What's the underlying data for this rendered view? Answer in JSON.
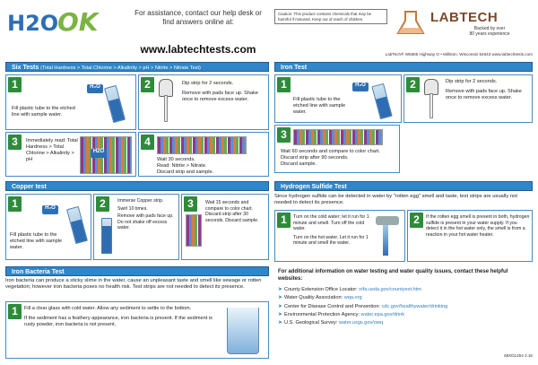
{
  "header": {
    "logo_text": "H2O",
    "logo_ok": "OK",
    "assist_line1": "For assistance, contact our help desk or",
    "assist_line2": "find answers online at:",
    "website": "www.labtechtests.com",
    "caution": "Caution: This product contains chemicals that may be harmful if misused. Keep out of reach of children.",
    "brand": "LABTECH",
    "brand_tag1": "Backed by over",
    "brand_tag2": "80 years experience",
    "address": "LabTech® W6585 Highway O • Millston, Wisconsin 54643 www.labtechtests.com"
  },
  "six_tests": {
    "title": "Six Tests",
    "subtitle": "(Total Hardness > Total Chlorine > Alkalinity > pH > Nitrite > Nitrate Test)",
    "step1": {
      "num": "1",
      "text": "Fill plastic tube to the etched line with sample water."
    },
    "step2": {
      "num": "2",
      "line1": "Dip strip for 2 seconds.",
      "line2": "Remove with pads face up. Shake once to remove excess water."
    },
    "step3": {
      "num": "3",
      "text": "Immediately read: Total Hardness > Total Chlorine > Alkalinity > pH",
      "icon_label": "H2O"
    },
    "step4": {
      "num": "4",
      "line1": "Wait 30 seconds.",
      "line2": "Read: Nitrite > Nitrate.",
      "line3": "Discard strip and sample."
    }
  },
  "iron_test": {
    "title": "Iron Test",
    "step1": {
      "num": "1",
      "text": "Fill plastic tube to the etched line with sample water."
    },
    "step2": {
      "num": "2",
      "line1": "Dip strip for 2 seconds.",
      "line2": "Remove with pads face up. Shake once to remove excess water."
    },
    "step3": {
      "num": "3",
      "line1": "Wait 60 seconds and compare to color chart. Discard strip after 90 seconds.",
      "line2": "Discard sample."
    }
  },
  "copper_test": {
    "title": "Copper test",
    "step1": {
      "num": "1",
      "text": "Fill plastic tube to the etched line with sample water."
    },
    "step2": {
      "num": "2",
      "line1": "Immerse Copper strip.",
      "line2": "Swirl 10 times.",
      "line3": "Remove with pads face up. Do not shake off excess water."
    },
    "step3": {
      "num": "3",
      "text": "Wait 15 seconds and compare to color chart. Discard strip after 30 seconds. Discard sample."
    }
  },
  "hydrogen_test": {
    "title": "Hydrogen Sulfide Test",
    "intro": "Since hydrogen sulfide can be detected in water by \"rotten egg\" smell and taste, test strips are usually not needed to detect its presence.",
    "step1": {
      "num": "1",
      "line1": "Turn on the cold water; let it run for 1 minute and smell. Turn off the cold water.",
      "line2": "Turn on the hot water. Let it run for 1 minute and smell the water."
    },
    "step2": {
      "num": "2",
      "text": "If the rotten egg smell is present in both, hydrogen sulfide is present in your water supply. If you detect it in the hot water only, the smell is from a reaction in your hot water heater."
    }
  },
  "iron_bacteria": {
    "title": "Iron Bacteria Test",
    "intro": "Iron bacteria can produce a sticky slime in the water, cause an unpleasant taste and smell like sewage or rotten vegetation; however iron bacteria poses no health risk. Test strips are not needed to detect its presence.",
    "step1": {
      "num": "1",
      "line1": "Fill a clear glass with cold water. Allow any sediment to settle to the bottom.",
      "line2": "If the sediment has a feathery appearance, iron bacteria is present. If the sediment is rusty powder, iron bacteria is not present."
    }
  },
  "resources": {
    "heading": "For additional information on water testing and water quality issues, contact these helpful websites:",
    "items": [
      {
        "label": "County Extension Office Locator:",
        "url": "nifa.usda.gov/countyext.htm"
      },
      {
        "label": "Water Quality Association:",
        "url": "wqa.org"
      },
      {
        "label": "Center for Disease Control and Prevention:",
        "url": "cdc.gov/healthywater/drinking"
      },
      {
        "label": "Environmental Protection Agency:",
        "url": "water.epa.gov/drink"
      },
      {
        "label": "U.S. Geological Survey:",
        "url": "water.usgs.gov/owq"
      }
    ],
    "code": "68XD1454 3.16"
  },
  "colors": {
    "bar": "#2f86c8",
    "step": "#2e8b3a",
    "water": "#2f6db3"
  }
}
